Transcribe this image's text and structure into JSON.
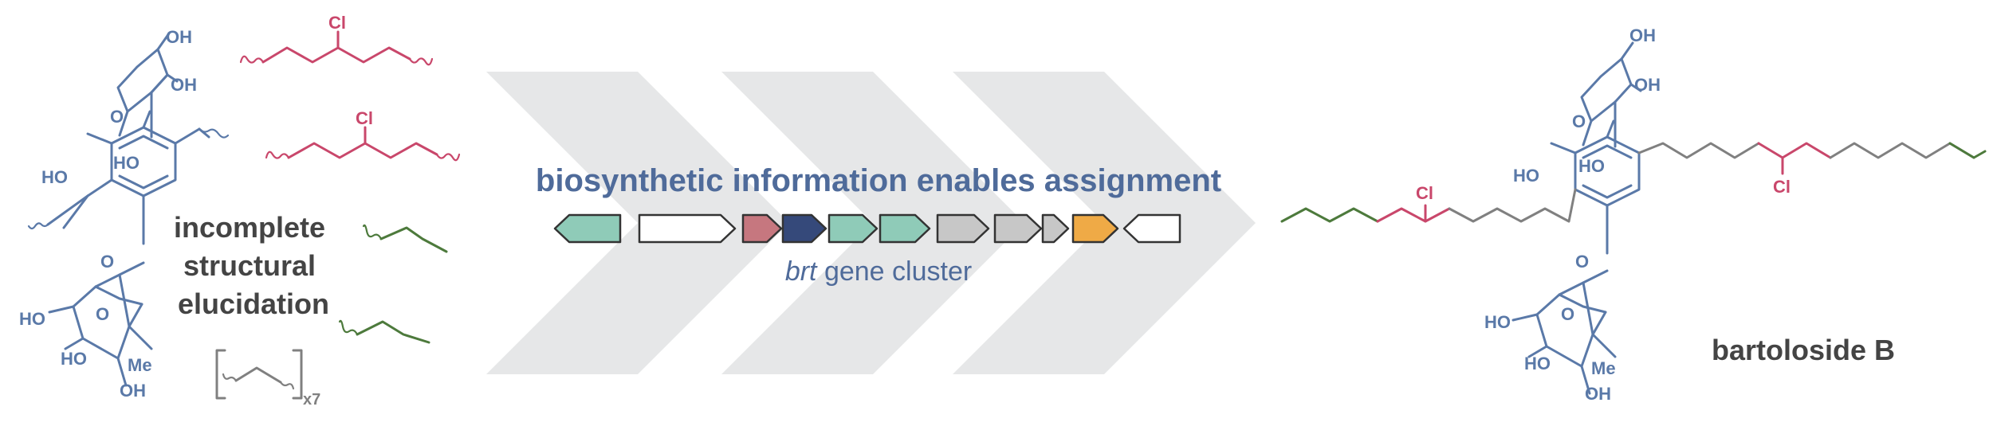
{
  "colors": {
    "core": "#5a79a8",
    "chlorine": "#c9476b",
    "alkyl": "#4d7a3c",
    "gray_chain": "#808080",
    "chevron": "#e6e7e8",
    "text_dark": "#444444",
    "headline": "#4f6b9a",
    "gene_teal": "#8fcbb8",
    "gene_rose": "#c6777f",
    "gene_navy": "#35497a",
    "gene_gray": "#c7c7c7",
    "gene_orange": "#efaa46"
  },
  "left": {
    "caption_lines": [
      "incomplete",
      "structural",
      "elucidation"
    ],
    "labels": {
      "oh": "OH",
      "ho": "HO",
      "o": "O",
      "cl": "Cl",
      "me": "Me",
      "x7": "x7"
    }
  },
  "center": {
    "headline": "biosynthetic information enables assignment",
    "cluster_italic": "brt",
    "cluster_rest": " gene cluster",
    "genes": [
      {
        "dir": "left",
        "color": "gene_teal"
      },
      {
        "dir": "right",
        "color": "white"
      },
      {
        "dir": "right",
        "color": "gene_rose"
      },
      {
        "dir": "right",
        "color": "gene_navy"
      },
      {
        "dir": "right",
        "color": "gene_teal"
      },
      {
        "dir": "right",
        "color": "gene_teal"
      },
      {
        "dir": "right",
        "color": "gene_gray"
      },
      {
        "dir": "right",
        "color": "gene_gray"
      },
      {
        "dir": "right",
        "color": "gene_gray"
      },
      {
        "dir": "right",
        "color": "gene_orange"
      },
      {
        "dir": "left",
        "color": "white"
      }
    ]
  },
  "right": {
    "compound_name": "bartoloside B"
  }
}
